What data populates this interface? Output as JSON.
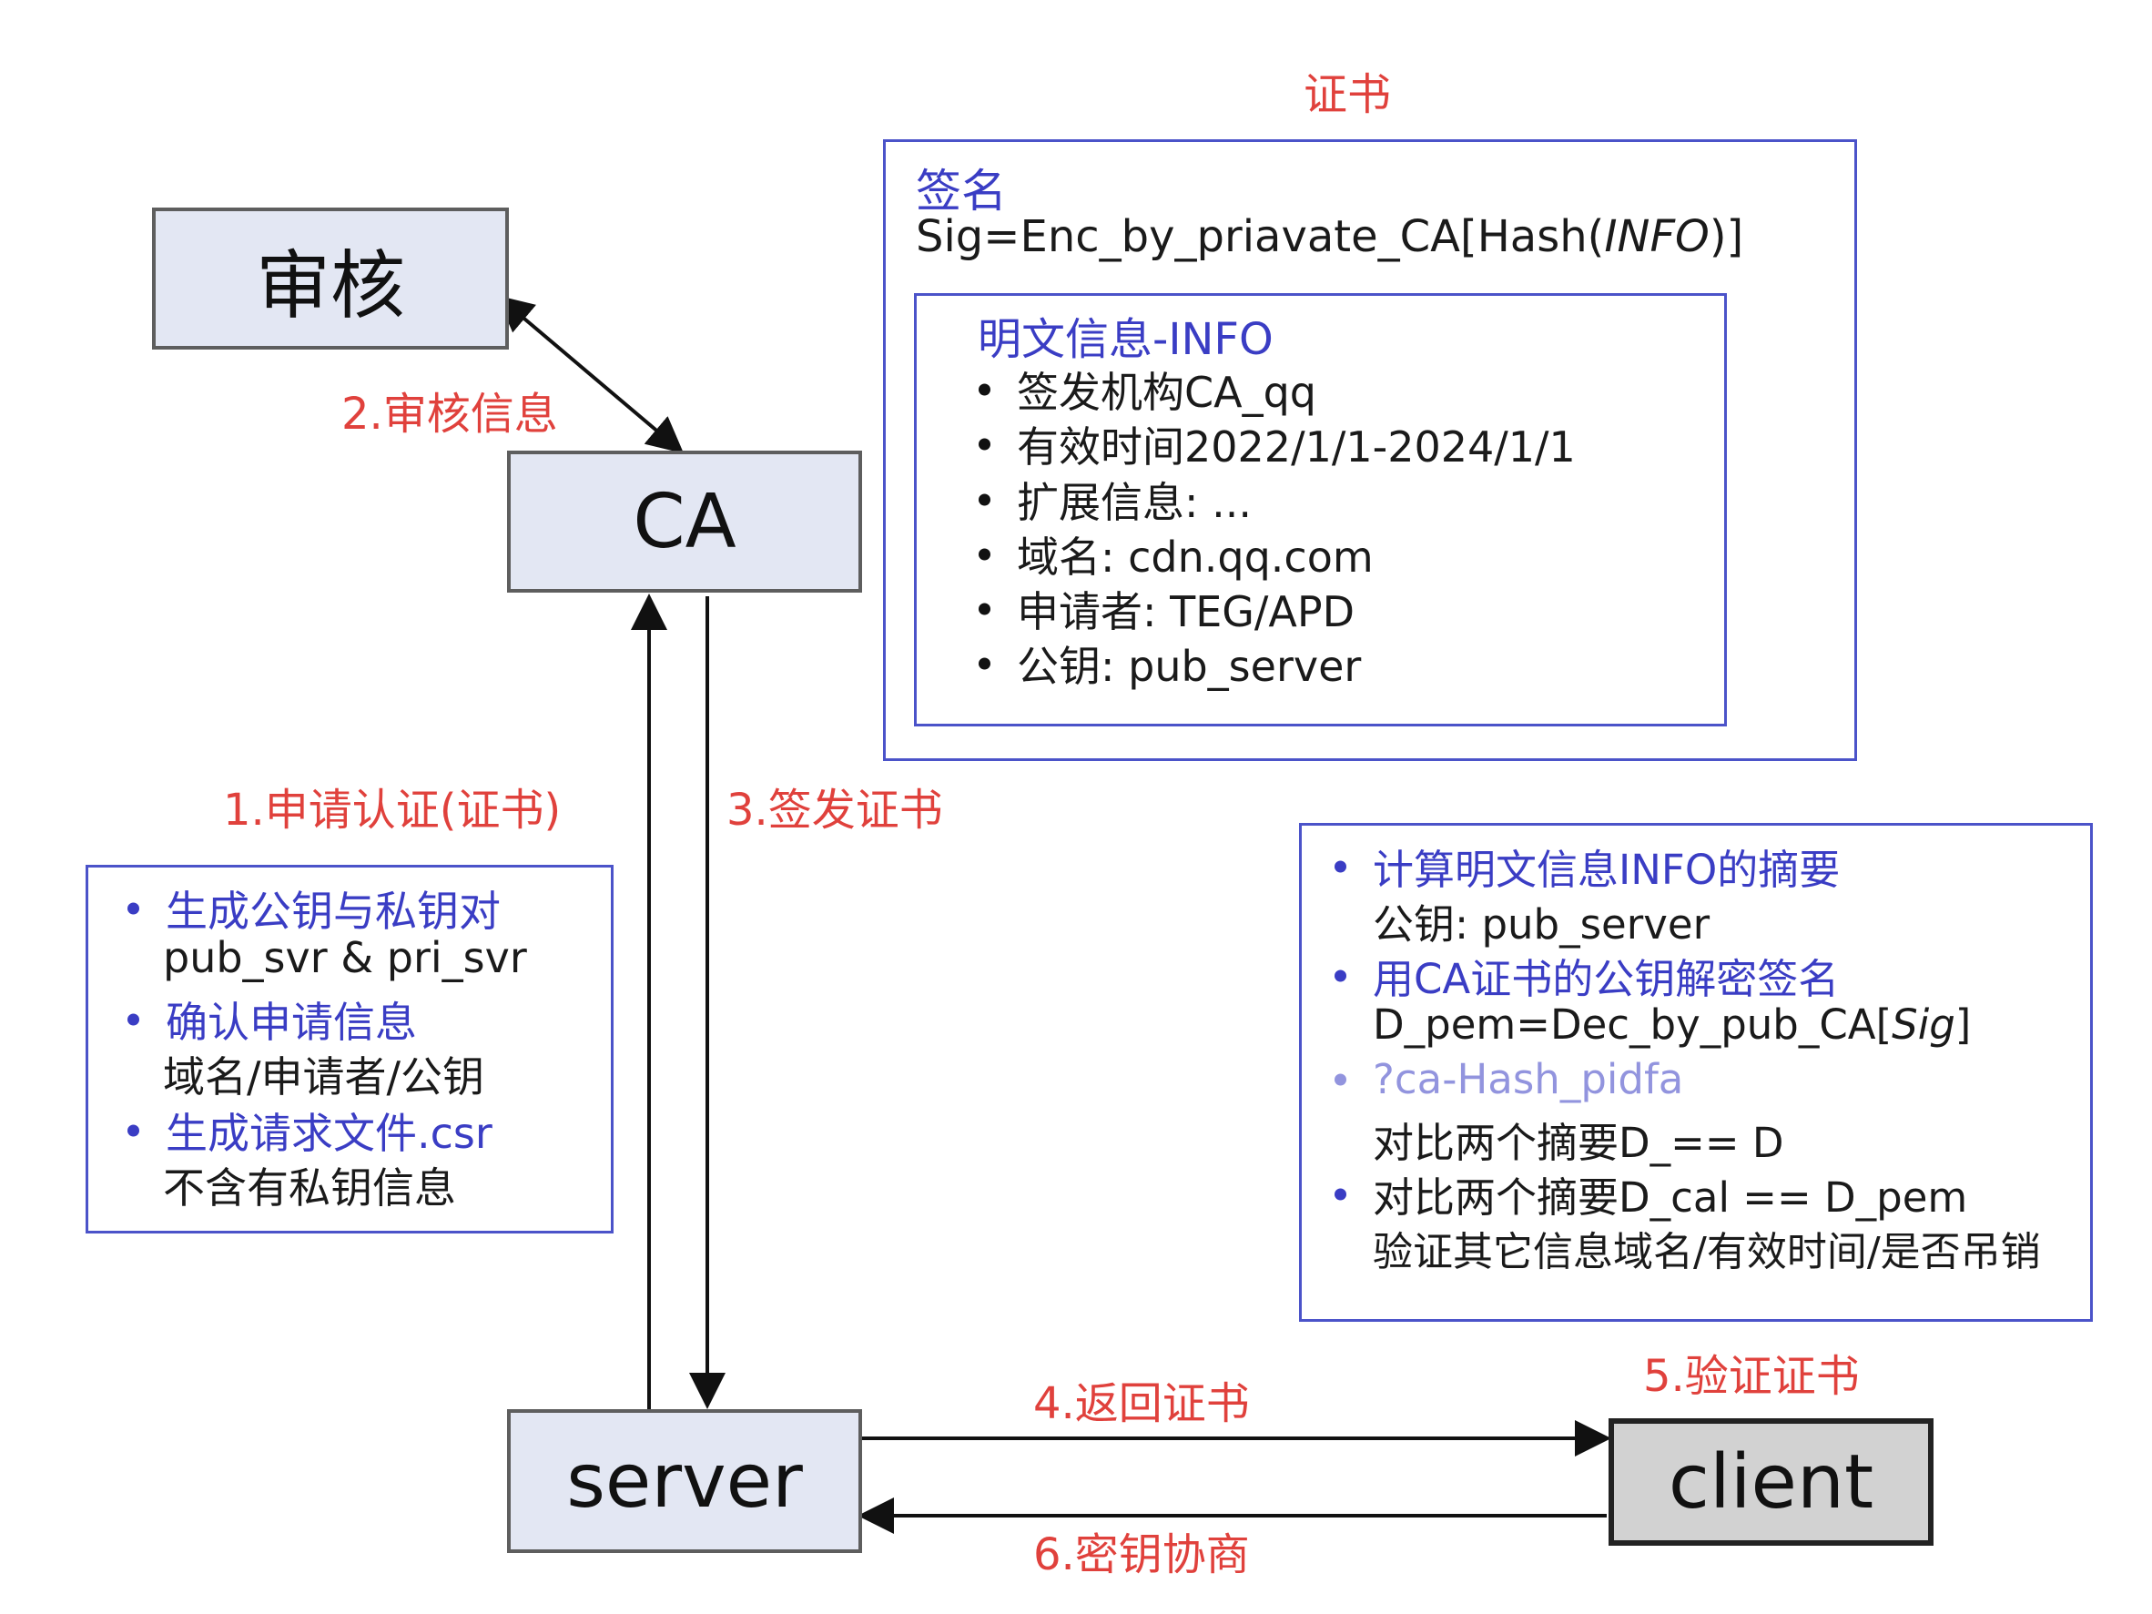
{
  "nodes": {
    "audit": "审核",
    "ca": "CA",
    "server": "server",
    "client": "client"
  },
  "steps": {
    "s1": "1.申请认证(证书)",
    "s2": "2.审核信息",
    "s3": "3.签发证书",
    "s4": "4.返回证书",
    "s5": "5.验证证书",
    "s6": "6.密钥协商"
  },
  "certificate": {
    "title": "证书",
    "sig_label": "签名",
    "sig_formula_prefix": "Sig=Enc_by_priavate_CA[Hash(",
    "sig_formula_italic": "INFO",
    "sig_formula_suffix": ")]",
    "info_title": "明文信息-INFO",
    "info_items": [
      "签发机构CA_qq",
      "有效时间2022/1/1-2024/1/1",
      "扩展信息: ...",
      "域名: cdn.qq.com",
      "申请者: TEG/APD",
      "公钥: pub_server"
    ]
  },
  "server_panel": [
    {
      "head": "生成公钥与私钥对",
      "sub": "pub_svr & pri_svr"
    },
    {
      "head": "确认申请信息",
      "sub": "域名/申请者/公钥"
    },
    {
      "head": "生成请求文件.csr",
      "sub": "不含有私钥信息"
    }
  ],
  "client_panel": {
    "i1_head": "计算明文信息INFO的摘要",
    "i1_sub": "公钥: pub_server",
    "i2_head": "用CA证书的公钥解密签名",
    "i2_sub_prefix": "D_pem=Dec_by_pub_CA[",
    "i2_sub_italic": "Sig",
    "i2_sub_suffix": "]",
    "i3_head": "?ca-Hash_pidfa",
    "i3_sub": "对比两个摘要D_== D",
    "i4_head": "对比两个摘要D_cal == D_pem",
    "i4_sub": "验证其它信息域名/有效时间/是否吊销"
  },
  "colors": {
    "red_label": "#e0413c",
    "blue_text": "#3a3dc4",
    "panel_border": "#4b53c9",
    "node_fill": "#e3e7f3",
    "client_fill": "#d2d2d2"
  }
}
